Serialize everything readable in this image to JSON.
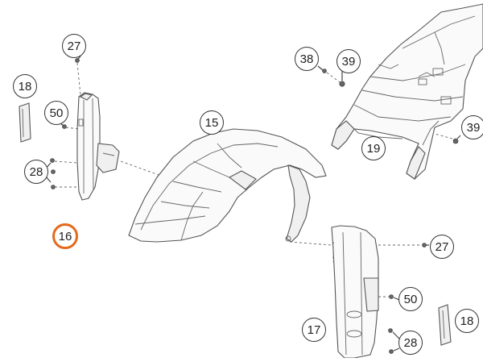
{
  "diagram": {
    "callouts": [
      {
        "id": "c27-top",
        "label": "27"
      },
      {
        "id": "c18-left",
        "label": "18"
      },
      {
        "id": "c50-left",
        "label": "50"
      },
      {
        "id": "c28-left",
        "label": "28"
      },
      {
        "id": "c16",
        "label": "16",
        "selected": true
      },
      {
        "id": "c15",
        "label": "15"
      },
      {
        "id": "c38",
        "label": "38"
      },
      {
        "id": "c39-top",
        "label": "39"
      },
      {
        "id": "c39-right",
        "label": "39"
      },
      {
        "id": "c19",
        "label": "19"
      },
      {
        "id": "c27-bottom",
        "label": "27"
      },
      {
        "id": "c50-right",
        "label": "50"
      },
      {
        "id": "c17",
        "label": "17"
      },
      {
        "id": "c18-right",
        "label": "18"
      },
      {
        "id": "c28-right",
        "label": "28"
      }
    ],
    "colors": {
      "highlight": "#e46a1c",
      "line": "#555555",
      "background": "#ffffff"
    }
  }
}
